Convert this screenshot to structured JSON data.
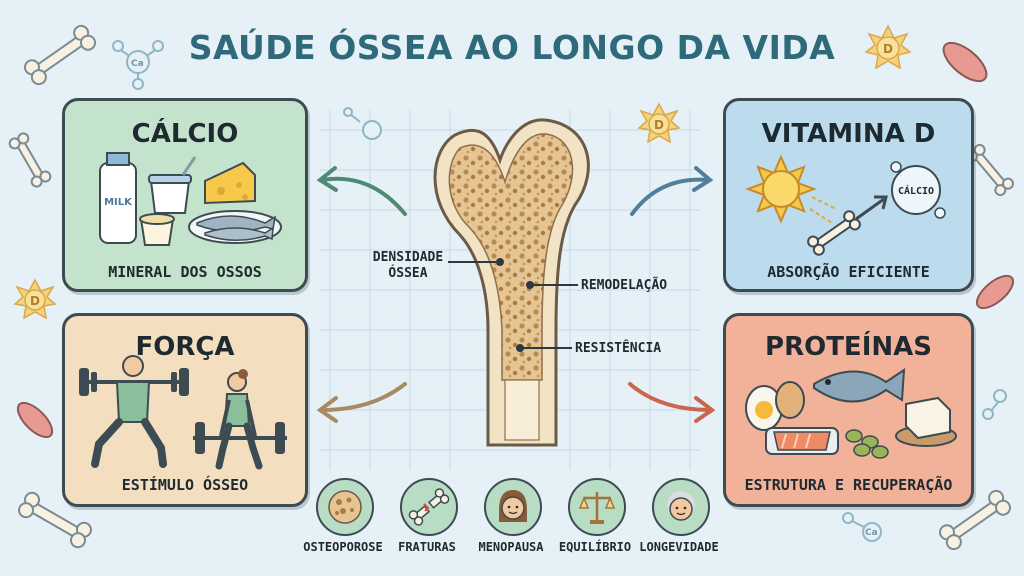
{
  "title": "SAÚDE ÓSSEA AO LONGO DA VIDA",
  "cards": {
    "calcio": {
      "title": "CÁLCIO",
      "subtitle": "MINERAL DOS OSSOS",
      "milk_label": "MILK"
    },
    "vitamina_d": {
      "title": "VITAMINA D",
      "subtitle": "ABSORÇÃO EFICIENTE",
      "calcium_bubble": "CÁLCIO"
    },
    "forca": {
      "title": "FORÇA",
      "subtitle": "ESTÍMULO ÓSSEO"
    },
    "proteinas": {
      "title": "PROTEÍNAS",
      "subtitle": "ESTRUTURA E RECUPERAÇÃO"
    }
  },
  "bone": {
    "labels": {
      "densidade_line1": "DENSIDADE",
      "densidade_line2": "ÓSSEA",
      "remodelacao": "REMODELAÇÃO",
      "resistencia": "RESISTÊNCIA"
    }
  },
  "decor": {
    "sun_letter": "D",
    "molecule_letter": "Ca"
  },
  "risks": [
    {
      "label": "OSTEOPOROSE",
      "icon": "porous-bone-icon"
    },
    {
      "label": "FRATURAS",
      "icon": "broken-bone-icon"
    },
    {
      "label": "MENOPAUSA",
      "icon": "woman-face-icon"
    },
    {
      "label": "EQUILÍBRIO",
      "icon": "balance-scale-icon"
    },
    {
      "label": "LONGEVIDADE",
      "icon": "elderly-face-icon"
    }
  ],
  "colors": {
    "background": "#e6f0f7",
    "title": "#2e6a79",
    "calcio_card": "#c4e3cd",
    "vitamina_card": "#bcdcee",
    "forca_card": "#f4dec0",
    "proteinas_card": "#f2b199",
    "bone": "#e8d2a8",
    "arrow_green": "#4f8a74",
    "arrow_blue": "#4f7f9a",
    "arrow_tan": "#a78a62",
    "arrow_red": "#c8664e"
  }
}
